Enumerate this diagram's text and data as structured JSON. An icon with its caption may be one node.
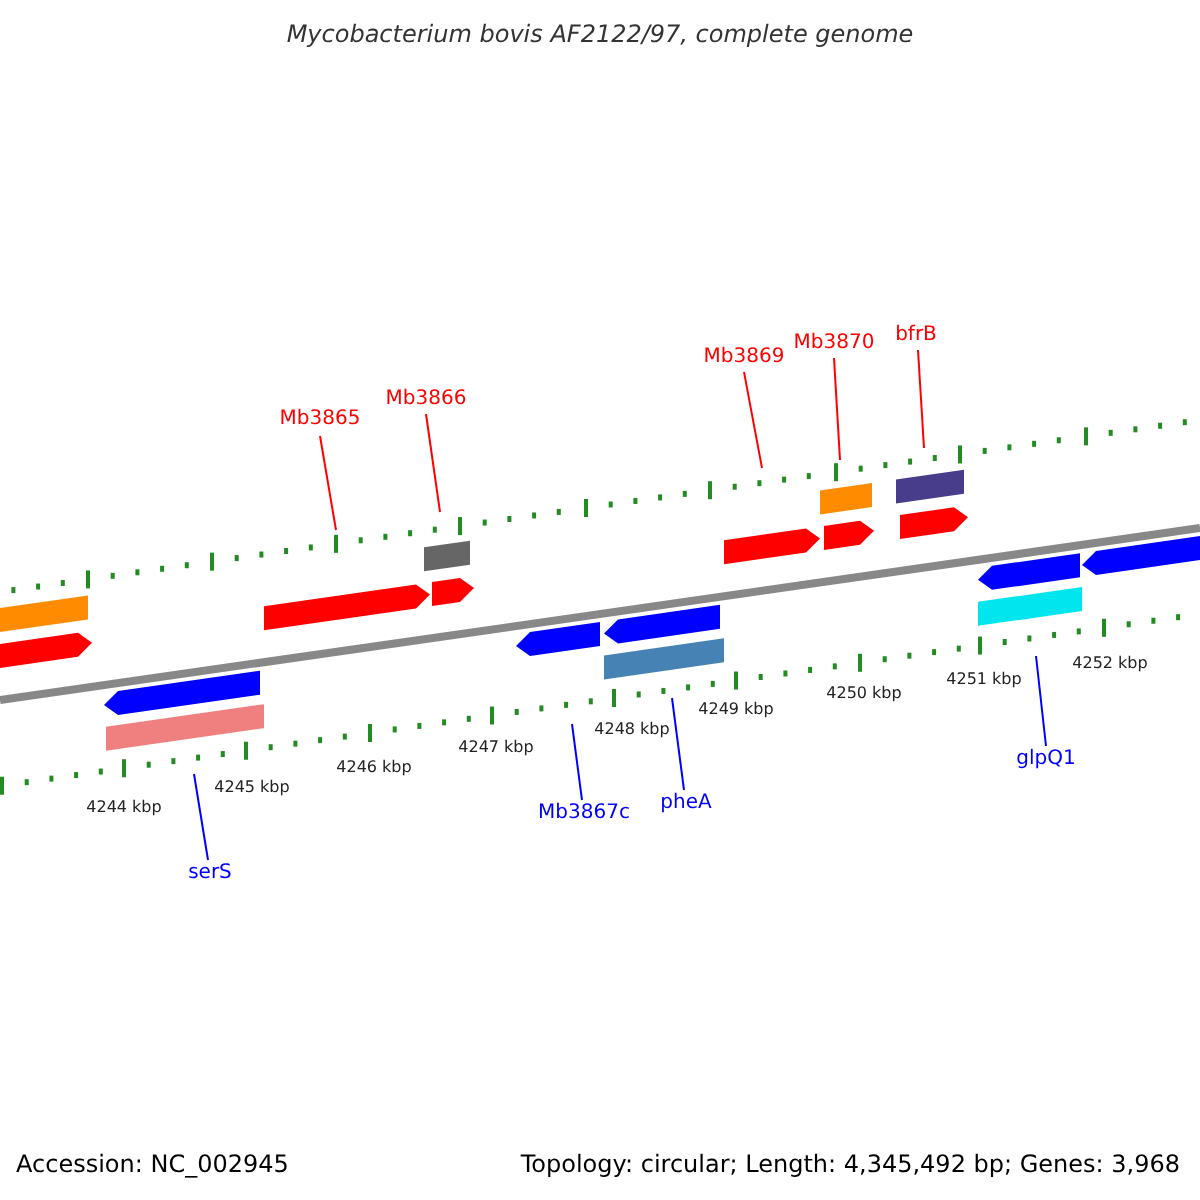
{
  "diagram": {
    "title": "Mycobacterium bovis AF2122/97, complete genome",
    "nodes": [
      {
        "text": [
          "Mb3865"
        ]
      },
      {
        "text": [
          "Mb3866"
        ]
      },
      {
        "text": [
          "Mb3869"
        ]
      },
      {
        "text": [
          "Mb3870"
        ]
      },
      {
        "text": [
          "bfrB"
        ]
      },
      {
        "text": [
          "serS"
        ]
      },
      {
        "text": [
          "Mb3867c"
        ]
      },
      {
        "text": [
          "pheA"
        ]
      },
      {
        "text": [
          "glpQ1"
        ]
      }
    ],
    "edges": [
      {
        "from": 0,
        "to": null,
        "arrow": "none",
        "color": "#ff0000"
      },
      {
        "from": 1,
        "to": null,
        "arrow": "none",
        "color": "#ff0000"
      },
      {
        "from": 2,
        "to": null,
        "arrow": "none",
        "color": "#ff0000"
      },
      {
        "from": 3,
        "to": null,
        "arrow": "none",
        "color": "#ff0000"
      },
      {
        "from": 4,
        "to": null,
        "arrow": "none",
        "color": "#ff0000"
      },
      {
        "from": 5,
        "to": null,
        "arrow": "none",
        "color": "#0000ff"
      },
      {
        "from": 6,
        "to": null,
        "arrow": "none",
        "color": "#0000ff"
      },
      {
        "from": 7,
        "to": null,
        "arrow": "none",
        "color": "#0000ff"
      },
      {
        "from": 8,
        "to": null,
        "arrow": "none",
        "color": "#0000ff"
      }
    ],
    "labels": [
      "4244 kbp",
      "4245 kbp",
      "4246 kbp",
      "4247 kbp",
      "4248 kbp",
      "4249 kbp",
      "4250 kbp",
      "4251 kbp",
      "4252 kbp",
      "Accession: NC_002945",
      "Topology: circular; Length: 4,345,492 bp; Genes: 3,968"
    ]
  }
}
